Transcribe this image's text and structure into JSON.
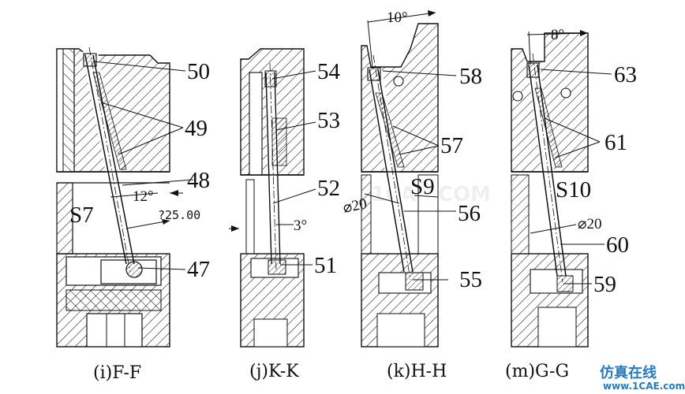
{
  "views": [
    {
      "caption": "(i)F-F",
      "stroke_label": "S7",
      "angle": "12°",
      "dim": "?25.00",
      "callouts": [
        "50",
        "49",
        "48",
        "47"
      ]
    },
    {
      "caption": "(j)K-K",
      "angle": "3°",
      "callouts": [
        "54",
        "53",
        "52",
        "51"
      ]
    },
    {
      "caption": "(k)H-H",
      "stroke_label": "S9",
      "angle": "10°",
      "dim": "⌀20",
      "callouts": [
        "58",
        "57",
        "56",
        "55"
      ]
    },
    {
      "caption": "(m)G-G",
      "stroke_label": "S10",
      "angle": "8°",
      "dim": "⌀20",
      "callouts": [
        "63",
        "61",
        "60",
        "59"
      ]
    }
  ],
  "watermark": {
    "line1": "仿真在线",
    "line2": "www.1CAE.com",
    "ghost": "1CAE.COM"
  },
  "colors": {
    "line": "#111111",
    "background": "#ffffff",
    "watermark": "#2a7ab8"
  }
}
